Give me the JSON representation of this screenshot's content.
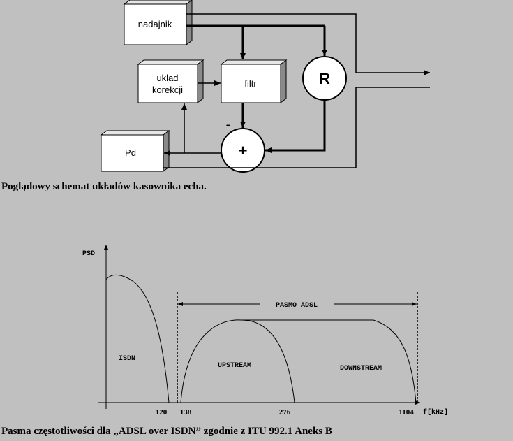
{
  "block_diagram": {
    "boxes": {
      "nadajnik": "nadajnik",
      "uklad_line1": "uklad",
      "uklad_line2": "korekcji",
      "filtr": "filtr",
      "pd": "Pd"
    },
    "circles": {
      "r": "R",
      "sum": "+"
    },
    "minus_sign": "-",
    "caption": "Poglądowy schemat układów kasownika echa."
  },
  "chart_data": {
    "type": "area",
    "ylabel": "PSD",
    "xlabel": "f[kHz]",
    "x_ticks": [
      "120",
      "138",
      "276",
      "1104"
    ],
    "range_label": "PASMO ADSL",
    "bands": [
      {
        "name": "ISDN",
        "start": 0,
        "end": 120
      },
      {
        "name": "UPSTREAM",
        "start": 138,
        "end": 276
      },
      {
        "name": "DOWNSTREAM",
        "start": 138,
        "end": 1104
      }
    ],
    "caption": "Pasma częstotliwości dla „ADSL over ISDN” zgodnie z ITU 992.1 Aneks B"
  }
}
